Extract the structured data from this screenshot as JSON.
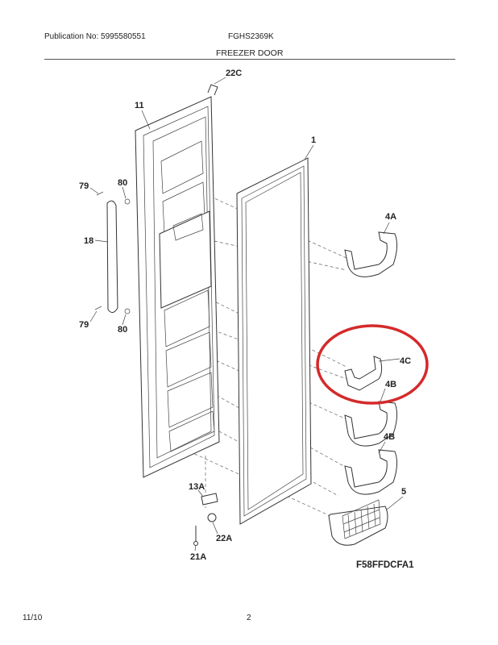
{
  "header": {
    "publication": "Publication No: 5995580551",
    "model": "FGHS2369K",
    "section_title": "FREEZER DOOR"
  },
  "footer": {
    "date": "11/10",
    "page": "2"
  },
  "diagram": {
    "callouts": {
      "c22C": "22C",
      "c11": "11",
      "c1": "1",
      "c79a": "79",
      "c80a": "80",
      "c18": "18",
      "c79b": "79",
      "c80b": "80",
      "c4A": "4A",
      "c4C": "4C",
      "c4Bhidden": "4B",
      "c4B": "4B",
      "c5": "5",
      "c13A": "13A",
      "c22A": "22A",
      "c21A": "21A"
    },
    "figure_code": "F58FFDCFA1",
    "highlight_color": "#d42a2a"
  }
}
